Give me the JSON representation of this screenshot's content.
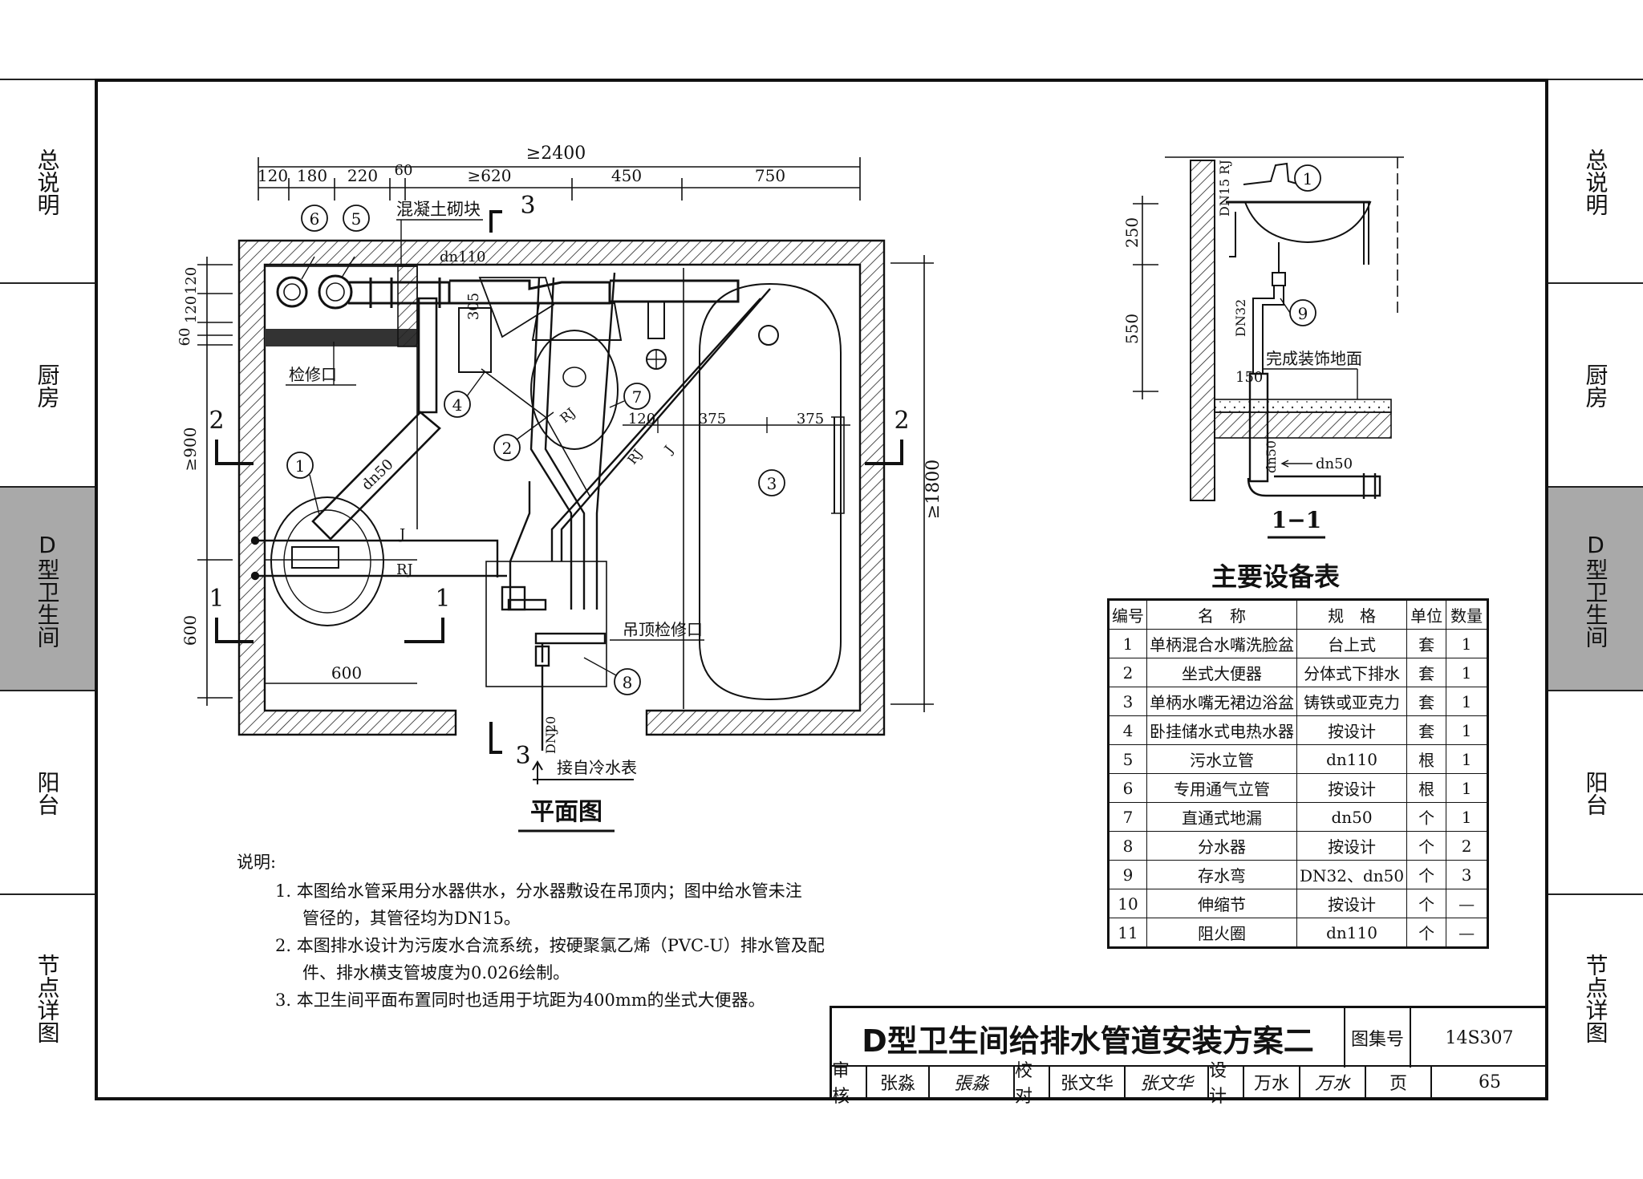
{
  "sidebar": {
    "left": [
      {
        "label": "总说明"
      },
      {
        "label": "厨房"
      },
      {
        "label": "D型卫生间",
        "active": true
      },
      {
        "label": "阳台"
      },
      {
        "label": "节点详图"
      }
    ],
    "right": [
      {
        "label": "总说明"
      },
      {
        "label": "厨房"
      },
      {
        "label": "D型卫生间",
        "active": true
      },
      {
        "label": "阳台"
      },
      {
        "label": "节点详图"
      }
    ],
    "active_color": "#a9a9a9"
  },
  "plan": {
    "caption": "平面图",
    "dims_top": {
      "overall": "≥2400",
      "segments": [
        "120",
        "180",
        "220",
        "60",
        "≥620",
        "450",
        "750"
      ]
    },
    "dims_left": [
      "120",
      "120",
      "60",
      "≥900",
      "600"
    ],
    "dim_right": "≥1800",
    "dim_bottom": "600",
    "dims_internal": [
      "305",
      "120",
      "375",
      "375"
    ],
    "labels": {
      "block": "混凝土砌块",
      "access_hole": "检修口",
      "ceiling_access": "吊顶检修口",
      "from_meter": "接自冷水表",
      "dn110": "dn110",
      "dn50": "dn50",
      "dn20": "DN20",
      "j": "J",
      "rj": "RJ"
    },
    "sections": {
      "s3": "3",
      "s2": "2",
      "s1": "1"
    },
    "callouts": [
      "1",
      "2",
      "3",
      "4",
      "5",
      "6",
      "7",
      "8"
    ]
  },
  "section_view": {
    "caption": "1−1",
    "dims": [
      "250",
      "550",
      "150"
    ],
    "labels": {
      "floor": "完成装饰地面",
      "dn15rj": "DN15 RJ",
      "dn32": "DN32",
      "dn50v": "dn50",
      "dn50h": "dn50"
    },
    "callouts": [
      "1",
      "9"
    ]
  },
  "notes": {
    "head": "说明:",
    "items": [
      {
        "num": "1.",
        "text": "本图给水管采用分水器供水，分水器敷设在吊顶内；图中给水管未注",
        "cont": "管径的，其管径均为DN15。"
      },
      {
        "num": "2.",
        "text": "本图排水设计为污废水合流系统，按硬聚氯乙烯（PVC-U）排水管及配",
        "cont": "件、排水横支管坡度为0.026绘制。"
      },
      {
        "num": "3.",
        "text": "本卫生间平面布置同时也适用于坑距为400mm的坐式大便器。",
        "cont": ""
      }
    ]
  },
  "equipment_table": {
    "title": "主要设备表",
    "headers": [
      "编号",
      "名　称",
      "规　格",
      "单位",
      "数量"
    ],
    "rows": [
      [
        "1",
        "单柄混合水嘴洗脸盆",
        "台上式",
        "套",
        "1"
      ],
      [
        "2",
        "坐式大便器",
        "分体式下排水",
        "套",
        "1"
      ],
      [
        "3",
        "单柄水嘴无裙边浴盆",
        "铸铁或亚克力",
        "套",
        "1"
      ],
      [
        "4",
        "卧挂储水式电热水器",
        "按设计",
        "套",
        "1"
      ],
      [
        "5",
        "污水立管",
        "dn110",
        "根",
        "1"
      ],
      [
        "6",
        "专用通气立管",
        "按设计",
        "根",
        "1"
      ],
      [
        "7",
        "直通式地漏",
        "dn50",
        "个",
        "1"
      ],
      [
        "8",
        "分水器",
        "按设计",
        "个",
        "2"
      ],
      [
        "9",
        "存水弯",
        "DN32、dn50",
        "个",
        "3"
      ],
      [
        "10",
        "伸缩节",
        "按设计",
        "个",
        "—"
      ],
      [
        "11",
        "阻火圈",
        "dn110",
        "个",
        "—"
      ]
    ]
  },
  "title_block": {
    "title": "D型卫生间给排水管道安装方案二",
    "atlas_label": "图集号",
    "atlas_no": "14S307",
    "review_label": "审核",
    "reviewer": "张淼",
    "reviewer_sig": "張淼",
    "check_label": "校对",
    "checker": "张文华",
    "checker_sig": "张文华",
    "design_label": "设计",
    "designer": "万水",
    "designer_sig": "万水",
    "page_label": "页",
    "page_no": "65"
  }
}
